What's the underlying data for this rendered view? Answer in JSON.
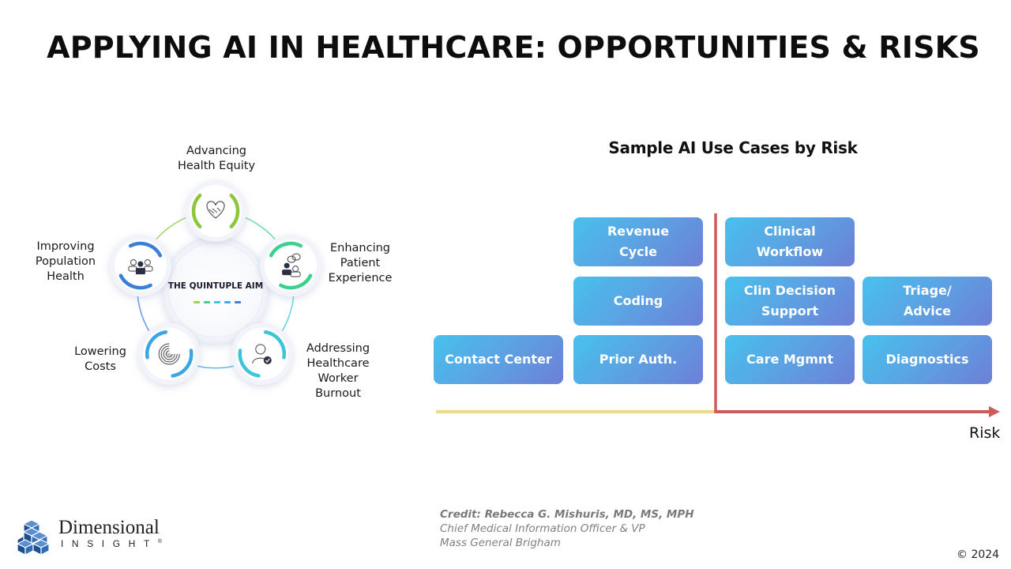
{
  "title": "APPLYING AI IN HEALTHCARE: OPPORTUNITIES & RISKS",
  "quintuple_aim": {
    "center_label": "THE QUINTUPLE AIM",
    "center_dash_colors": [
      "#9ccf4a",
      "#3fcf99",
      "#3ec6df",
      "#43a7e6",
      "#3d7fdc"
    ],
    "aims": [
      {
        "label": "Advancing\nHealth Equity",
        "icon": "handshake-heart-icon",
        "color": "#8cc63f"
      },
      {
        "label": "Enhancing\nPatient\nExperience",
        "icon": "patient-conversation-icon",
        "color": "#3ccf8e"
      },
      {
        "label": "Addressing\nHealthcare\nWorker Burnout",
        "icon": "healthcare-worker-check-icon",
        "color": "#3cc4dc"
      },
      {
        "label": "Lowering\nCosts",
        "icon": "cost-percentage-icon",
        "color": "#3ba6e3"
      },
      {
        "label": "Improving\nPopulation\nHealth",
        "icon": "population-group-icon",
        "color": "#3b7ed8"
      }
    ]
  },
  "risk_chart": {
    "title": "Sample AI Use Cases by Risk",
    "axis_label": "Risk",
    "axis_colors": {
      "low": "#f2d88a",
      "high": "#d05a5a"
    },
    "low_risk": [
      {
        "label": "Contact Center",
        "column": 0,
        "row": 0
      },
      {
        "label": "Prior Auth.",
        "column": 1,
        "row": 0
      },
      {
        "label": "Coding",
        "column": 1,
        "row": 1
      },
      {
        "label": "Revenue\nCycle",
        "column": 1,
        "row": 2
      }
    ],
    "high_risk": [
      {
        "label": "Care Mgmnt",
        "column": 0,
        "row": 0
      },
      {
        "label": "Clin Decision\nSupport",
        "column": 0,
        "row": 1
      },
      {
        "label": "Clinical\nWorkflow",
        "column": 0,
        "row": 2
      },
      {
        "label": "Diagnostics",
        "column": 1,
        "row": 0
      },
      {
        "label": "Triage/\nAdvice",
        "column": 1,
        "row": 1
      }
    ]
  },
  "credit": {
    "name": "Credit: Rebecca G. Mishuris, MD, MS, MPH",
    "role": "Chief Medical Information Officer & VP",
    "org": "Mass General Brigham"
  },
  "logo": {
    "word": "Dimensional",
    "sub": "INSIGHT",
    "mark": "®"
  },
  "copyright": "© 2024"
}
